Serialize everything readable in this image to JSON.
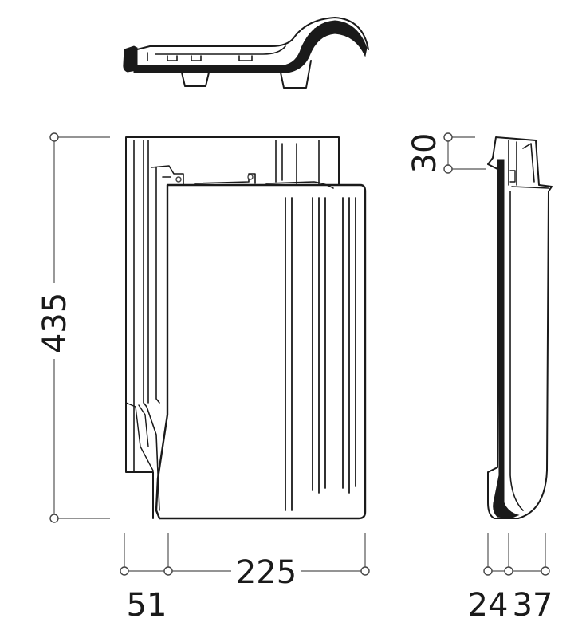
{
  "colors": {
    "ink": "#1a1a1a",
    "dimension_line": "#555555",
    "background": "#ffffff"
  },
  "dimensions": {
    "height": "435",
    "top_offset": "30",
    "left_offset": "51",
    "width": "225",
    "thickness_a": "24",
    "thickness_b": "37"
  }
}
